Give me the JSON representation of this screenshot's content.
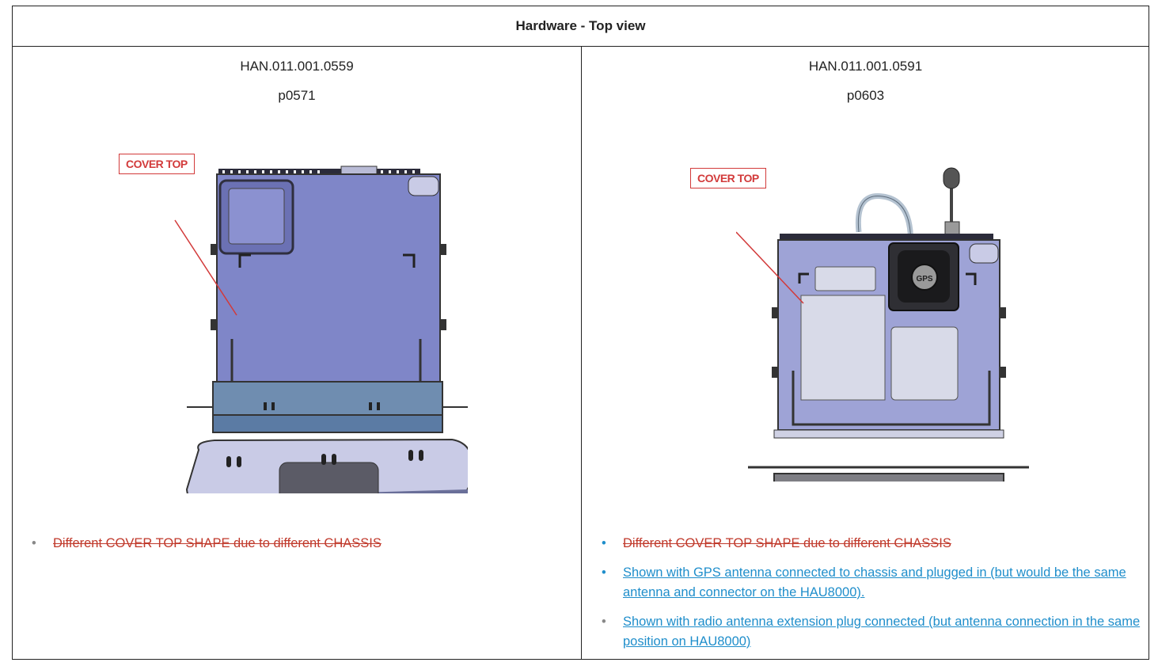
{
  "table": {
    "title": "Hardware - Top view",
    "left": {
      "code": "HAN.011.001.0559",
      "page": "p0571",
      "callout": "COVER TOP",
      "bullets": [
        "Different COVER TOP SHAPE due to different CHASSIS"
      ]
    },
    "right": {
      "code": "HAN.011.001.0591",
      "page": "p0603",
      "callout": "COVER TOP",
      "gps_label": "GPS",
      "bullets": [
        "Different COVER TOP SHAPE due to different CHASSIS",
        "Shown with GPS antenna connected to chassis and plugged in (but would be the same antenna and connector on the HAU8000).",
        "Shown with radio antenna extension plug connected (but antenna connection in the same position on HAU8000)"
      ]
    }
  },
  "colors": {
    "callout_red": "#d23a3a",
    "strike_red": "#c0392b",
    "link_blue": "#1f8ecb",
    "device_blue": "#7f86c8",
    "device_light": "#c9cbe6"
  },
  "icons": {
    "bullet": "•"
  }
}
